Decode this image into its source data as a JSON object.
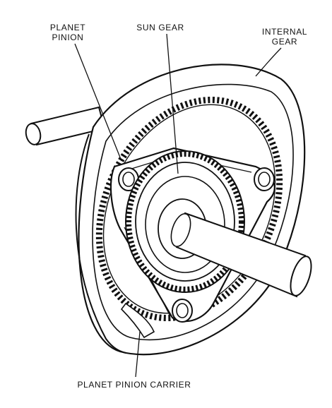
{
  "labels": {
    "planet_pinion": [
      "PLANET",
      "PINION"
    ],
    "sun_gear": "SUN GEAR",
    "internal_gear": [
      "INTERNAL",
      "GEAR"
    ],
    "planet_pinion_carrier": "PLANET PINION CARRIER"
  },
  "colors": {
    "ink": "#111111",
    "paper": "#ffffff"
  }
}
